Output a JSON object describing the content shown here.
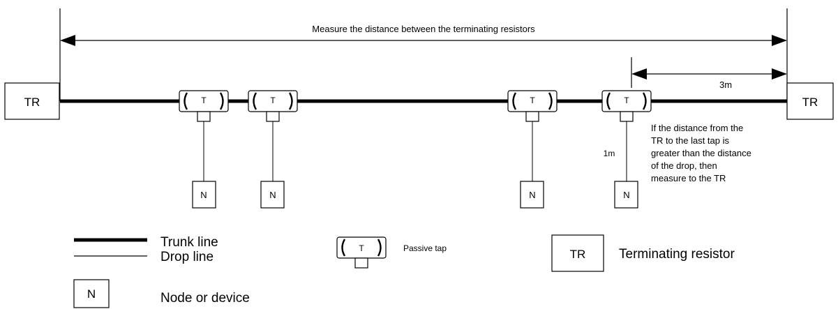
{
  "dimension_label": "Measure the distance between the terminating resistors",
  "offset_label": "3m",
  "drop_length_label": "1m",
  "note_lines": [
    "If the distance from the",
    "TR to the last tap is",
    "greater than the distance",
    "of the drop, then",
    "measure to the TR"
  ],
  "terminator_label": "TR",
  "tap_label": "T",
  "node_label": "N",
  "legend": {
    "trunk_line": "Trunk line",
    "drop_line": "Drop line",
    "passive_tap": "Passive tap",
    "terminating_resistor": "Terminating resistor",
    "node_or_device": "Node or device"
  }
}
